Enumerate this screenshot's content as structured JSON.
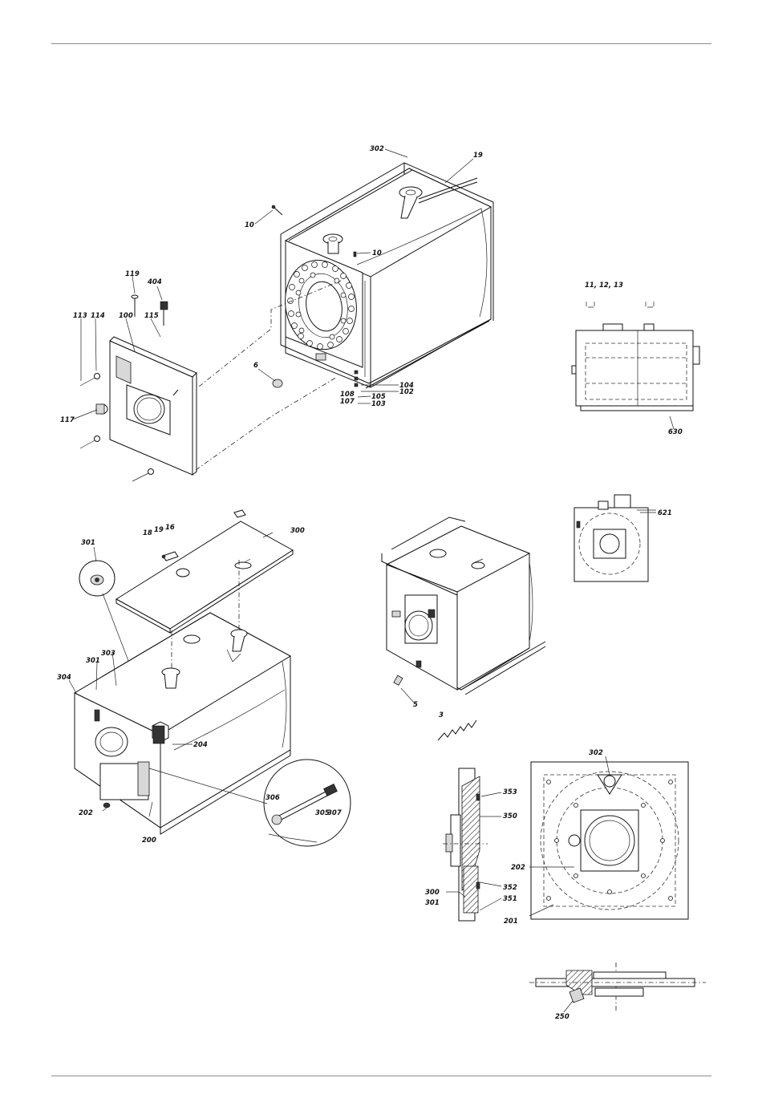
{
  "labels": {
    "top_302": "302",
    "top_19": "19",
    "top_10a": "10",
    "top_10b": "10",
    "top_119": "119",
    "top_404": "404",
    "top_113": "113",
    "top_114": "114",
    "top_100": "100",
    "top_115": "115",
    "top_6": "6",
    "top_117": "117",
    "top_104": "104",
    "top_108": "108",
    "top_105": "105",
    "top_102": "102",
    "top_107": "107",
    "top_103": "103",
    "side_11_12_13": "11, 12, 13",
    "side_630": "630",
    "side_621": "621",
    "mid_301": "301",
    "mid_18": "18",
    "mid_19": "19",
    "mid_16": "16",
    "mid_300": "300",
    "mid_303": "303",
    "mid_301b": "301",
    "mid_304": "304",
    "mid_204": "204",
    "mid_306": "306",
    "mid_305": "305",
    "mid_307": "307",
    "mid_202": "202",
    "mid_200": "200",
    "mid_5": "5",
    "mid_3": "3",
    "sec_353": "353",
    "sec_350": "350",
    "sec_352": "352",
    "sec_351": "351",
    "sec_300": "300",
    "sec_301": "301",
    "door_302": "302",
    "door_202": "202",
    "door_201": "201",
    "bot_250": "250"
  }
}
